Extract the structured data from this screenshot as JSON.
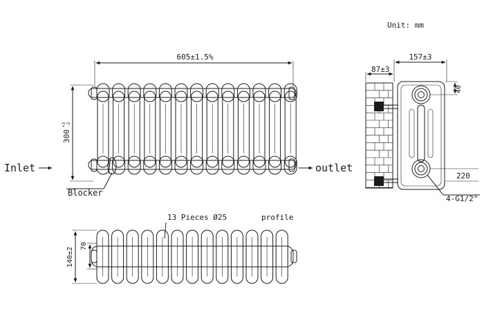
{
  "unit_note": "Unit: mm",
  "front_view": {
    "width_dim": "605±1.5%",
    "height_dim": "300",
    "height_tol_top": "+3",
    "height_tol_bot": "-3",
    "inlet_label": "Inlet",
    "outlet_label": "outlet",
    "blocker_label": "Blocker",
    "column_count": 13
  },
  "side_view": {
    "depth_dim": "157±3",
    "wall_dim": "87±3",
    "top_dim": "40",
    "center_dim": "220",
    "thread_label": "4-G1/2\""
  },
  "top_view": {
    "pieces_label": "13 Pieces  Ø25",
    "profile_label": "profile",
    "depth_dim": "140±2",
    "inner_dim": "70"
  }
}
